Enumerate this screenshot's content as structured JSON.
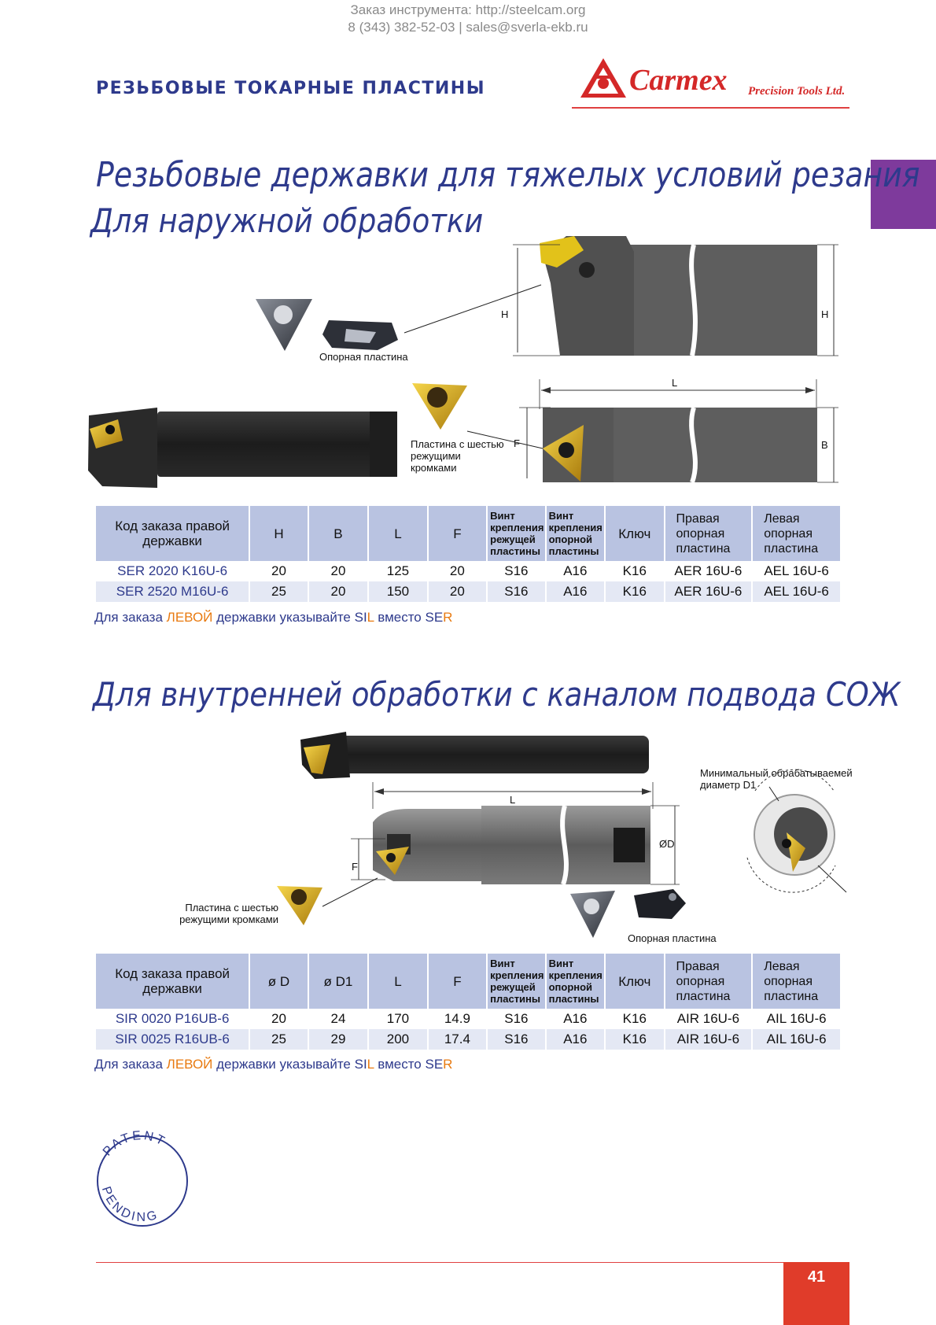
{
  "header": {
    "contact_line1": "Заказ инструмента: http://steelcam.org",
    "contact_line2": "8 (343) 382-52-03  |  sales@sverla-ekb.ru",
    "section_label": "РЕЗЬБОВЫЕ ТОКАРНЫЕ ПЛАСТИНЫ",
    "brand": "Carmex",
    "brand_sub": "Precision Tools Ltd."
  },
  "colors": {
    "accent_blue": "#2e3a8c",
    "brand_red": "#d42828",
    "tab_purple": "#7e3a9c",
    "header_row": "#b9c3e1",
    "note_orange": "#e87a10"
  },
  "title_main": "Резьбовые державки для тяжелых условий резания",
  "external": {
    "title": "Для наружной обработки",
    "labels": {
      "support_plate": "Опорная пластина",
      "insert_six": "Пластина с шестью режущими кромками",
      "dim_H": "H",
      "dim_L": "L",
      "dim_F": "F",
      "dim_B": "B"
    },
    "table": {
      "headers": [
        "Код заказа правой державки",
        "H",
        "B",
        "L",
        "F",
        "Винт крепления режущей пластины",
        "Винт крепления опорной пластины",
        "Ключ",
        "Правая опорная пластина",
        "Левая опорная пластина"
      ],
      "rows": [
        [
          "SER 2020 K16U-6",
          "20",
          "20",
          "125",
          "20",
          "S16",
          "A16",
          "K16",
          "AER 16U-6",
          "AEL 16U-6"
        ],
        [
          "SER 2520 M16U-6",
          "25",
          "20",
          "150",
          "20",
          "S16",
          "A16",
          "K16",
          "AER 16U-6",
          "AEL 16U-6"
        ]
      ]
    },
    "note": {
      "p1": "Для заказа ",
      "p2": "ЛЕВОЙ",
      "p3": " державки указывайте SI",
      "p4": "L",
      "p5": " вместо SE",
      "p6": "R"
    }
  },
  "internal": {
    "title": "Для внутренней обработки с каналом подвода СОЖ",
    "labels": {
      "min_diameter": "Минимальный обрабатываемей диаметр D1",
      "insert_six": "Пластина с шестью режущими кромками",
      "support_plate": "Опорная пластина",
      "dim_L": "L",
      "dim_F": "F",
      "dim_D": "ØD"
    },
    "table": {
      "headers": [
        "Код заказа правой державки",
        "ø D",
        "ø D1",
        "L",
        "F",
        "Винт крепления режущей пластины",
        "Винт крепления опорной пластины",
        "Ключ",
        "Правая опорная пластина",
        "Левая опорная пластина"
      ],
      "rows": [
        [
          "SIR 0020 P16UB-6",
          "20",
          "24",
          "170",
          "14.9",
          "S16",
          "A16",
          "K16",
          "AIR 16U-6",
          "AIL 16U-6"
        ],
        [
          "SIR 0025 R16UB-6",
          "25",
          "29",
          "200",
          "17.4",
          "S16",
          "A16",
          "K16",
          "AIR 16U-6",
          "AIL 16U-6"
        ]
      ]
    },
    "note": {
      "p1": "Для заказа ",
      "p2": "ЛЕВОЙ",
      "p3": " державки указывайте SI",
      "p4": "L",
      "p5": " вместо SE",
      "p6": "R"
    }
  },
  "stamp": {
    "top": "PATENT",
    "bottom": "PENDING"
  },
  "page_number": "41"
}
